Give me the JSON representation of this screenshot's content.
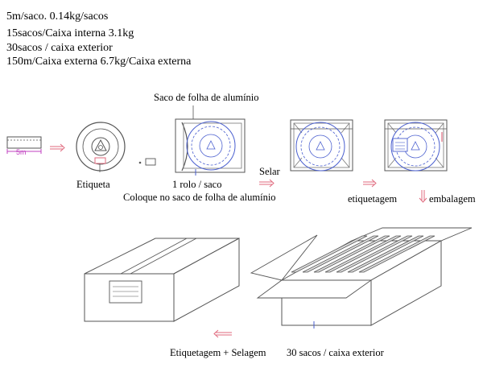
{
  "specs": [
    "5m/saco. 0.14kg/sacos",
    "15sacos/Caixa interna 3.1kg",
    "30sacos / caixa exterior",
    "150m/Caixa externa  6.7kg/Caixa externa"
  ],
  "labels": {
    "foil_bag": "Saco de folha de alumínio",
    "reel_length": "5m",
    "etiqueta": "Etiqueta",
    "one_roll_per_bag": "1 rolo / saco",
    "place_in_bag": "Coloque no saco de folha de alumínio",
    "seal": "Selar",
    "labeling": "etiquetagem",
    "packaging": "embalagem",
    "label_and_seal": "Etiquetagem + Selagem",
    "per_outer_box": "30 sacos / caixa exterior"
  },
  "colors": {
    "arrow": "#e06a7e",
    "drawing_blue": "#4a5fcf",
    "reel_magenta": "#c040c0",
    "line": "#555555"
  },
  "icons": [
    "reel-strip-icon",
    "reel-icon",
    "tape-piece-icon",
    "foil-bag-icon",
    "sealed-bag-icon",
    "labeled-bag-icon",
    "inner-box-icon",
    "outer-box-icon",
    "process-arrow-icon"
  ]
}
